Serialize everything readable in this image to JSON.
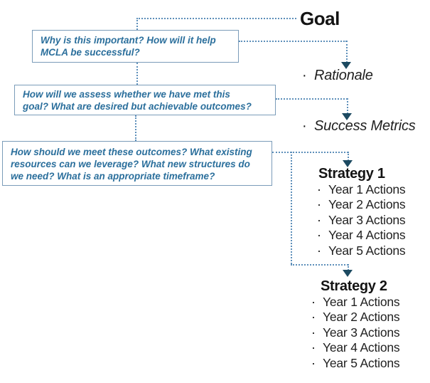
{
  "ui": {
    "bullet": "·"
  },
  "colors": {
    "connector": "#5d8fba",
    "arrow": "#1c4a61",
    "box_border": "#7b9cb9",
    "box_text": "#2b6f9c",
    "heading": "#141414"
  },
  "goal": {
    "label": "Goal"
  },
  "question_boxes": [
    {
      "lines": [
        "Why is this important? How will it help",
        "MCLA be successful?"
      ]
    },
    {
      "lines": [
        "How will we assess whether we have met this",
        "goal? What are desired but achievable outcomes?"
      ]
    },
    {
      "lines": [
        "How should we meet these outcomes? What existing",
        "resources can we leverage? What new structures do",
        "we need? What is an appropriate timeframe?"
      ]
    }
  ],
  "outcome_labels": [
    {
      "label": "Rationale"
    },
    {
      "label": "Success Metrics"
    }
  ],
  "strategies": [
    {
      "title": "Strategy 1",
      "actions": [
        "Year 1 Actions",
        "Year 2 Actions",
        "Year 3 Actions",
        "Year 4 Actions",
        "Year 5 Actions"
      ]
    },
    {
      "title": "Strategy 2",
      "actions": [
        "Year 1 Actions",
        "Year 2 Actions",
        "Year 3 Actions",
        "Year 4 Actions",
        "Year 5 Actions"
      ]
    }
  ]
}
